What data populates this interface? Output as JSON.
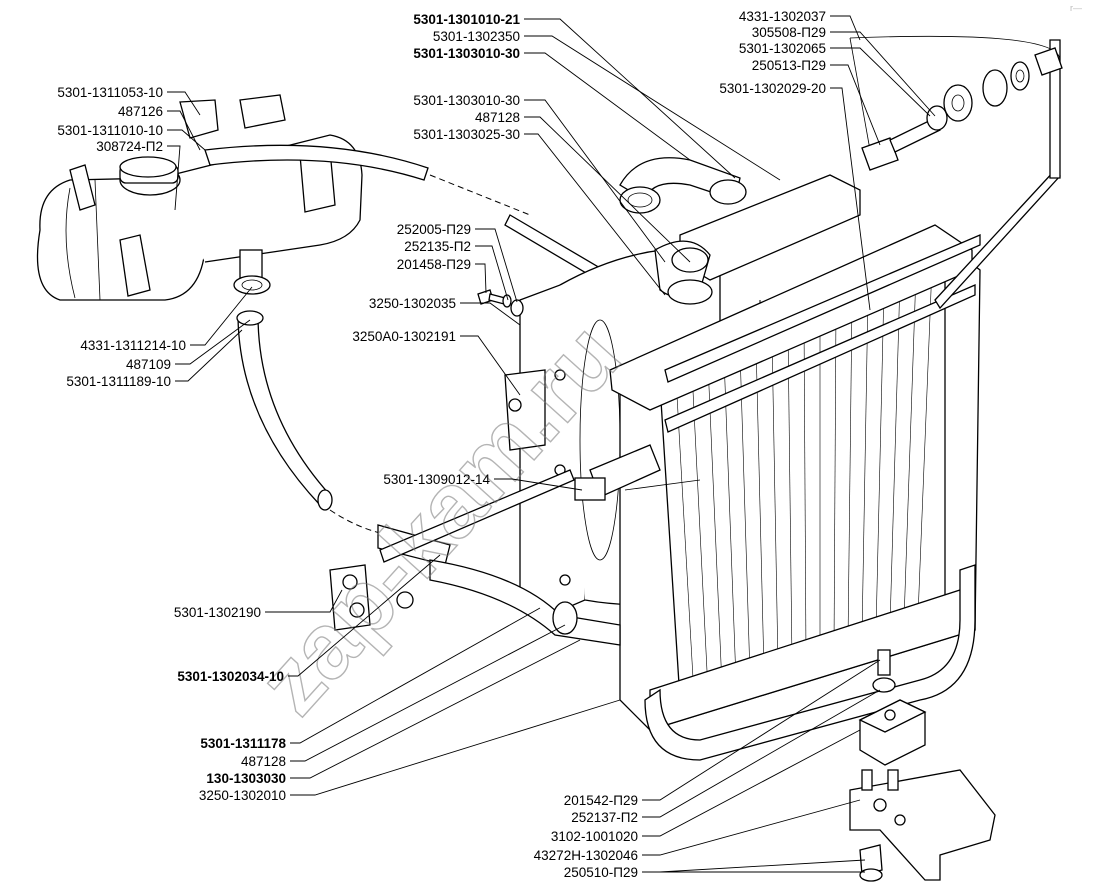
{
  "watermark": "zap-kam.ru",
  "corner_mark": "r—",
  "labels": [
    {
      "text": "5301-1301010-21",
      "bold": true
    },
    {
      "text": "5301-1302350",
      "bold": false
    },
    {
      "text": "5301-1303010-30",
      "bold": true
    },
    {
      "text": "4331-1302037",
      "bold": false
    },
    {
      "text": "305508-П29",
      "bold": false
    },
    {
      "text": "5301-1302065",
      "bold": false
    },
    {
      "text": "250513-П29",
      "bold": false
    },
    {
      "text": "5301-1302029-20",
      "bold": false
    },
    {
      "text": "5301-1311053-10",
      "bold": false
    },
    {
      "text": "487126",
      "bold": false
    },
    {
      "text": "5301-1311010-10",
      "bold": false
    },
    {
      "text": "308724-П2",
      "bold": false
    },
    {
      "text": "5301-1303010-30",
      "bold": false
    },
    {
      "text": "487128",
      "bold": false
    },
    {
      "text": "5301-1303025-30",
      "bold": false
    },
    {
      "text": "252005-П29",
      "bold": false
    },
    {
      "text": "252135-П2",
      "bold": false
    },
    {
      "text": "201458-П29",
      "bold": false
    },
    {
      "text": "3250-1302035",
      "bold": false
    },
    {
      "text": "3250А0-1302191",
      "bold": false
    },
    {
      "text": "4331-1311214-10",
      "bold": false
    },
    {
      "text": "487109",
      "bold": false
    },
    {
      "text": "5301-1311189-10",
      "bold": false
    },
    {
      "text": "5301-1309012-14",
      "bold": false
    },
    {
      "text": "5301-1302190",
      "bold": false
    },
    {
      "text": "5301-1302034-10",
      "bold": true
    },
    {
      "text": "5301-1311178",
      "bold": true
    },
    {
      "text": "487128",
      "bold": false
    },
    {
      "text": "130-1303030",
      "bold": true
    },
    {
      "text": "3250-1302010",
      "bold": false
    },
    {
      "text": "201542-П29",
      "bold": false
    },
    {
      "text": "252137-П2",
      "bold": false
    },
    {
      "text": "3102-1001020",
      "bold": false
    },
    {
      "text": "43272Н-1302046",
      "bold": false
    },
    {
      "text": "250510-П29",
      "bold": false
    }
  ]
}
